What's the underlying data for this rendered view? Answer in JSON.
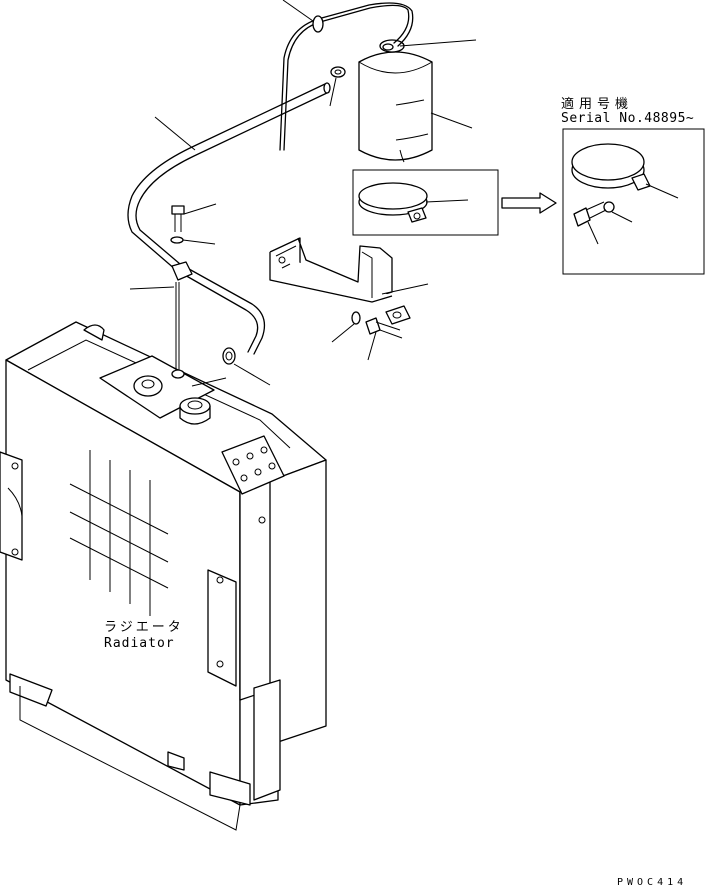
{
  "radiator": {
    "label_ja": "ラジエータ",
    "label_en": "Radiator"
  },
  "serial_box": {
    "label_ja": "適用号機",
    "label_en": "Serial No.48895~"
  },
  "drawing_code": "PWOC414"
}
